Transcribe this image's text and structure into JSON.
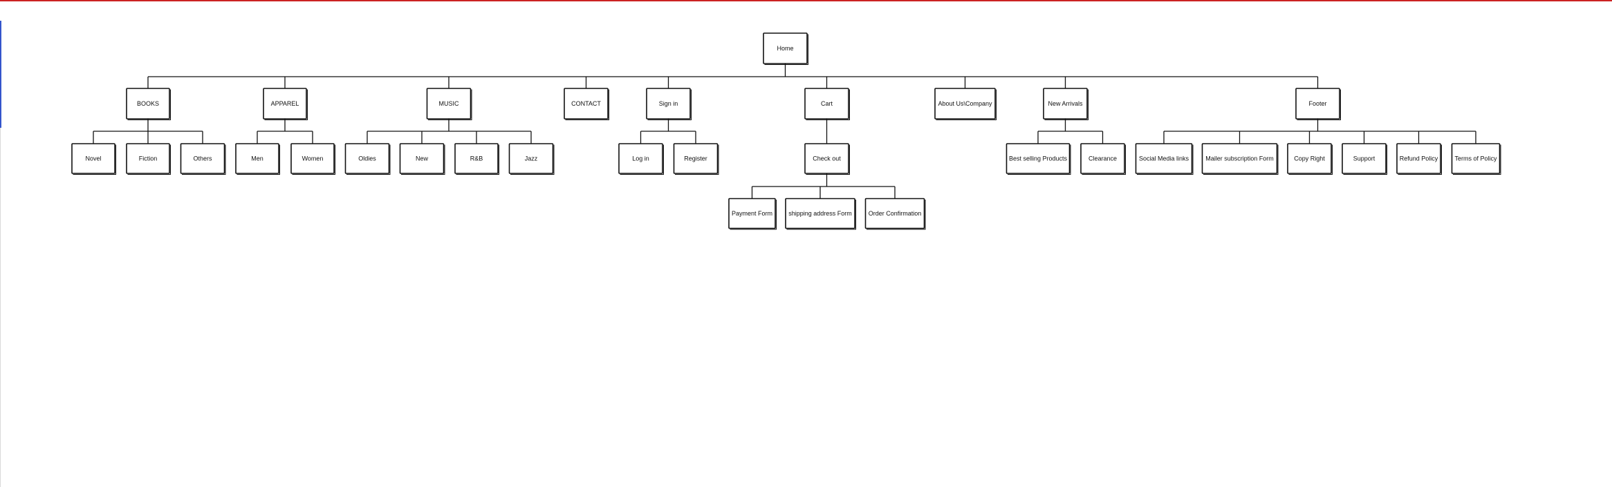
{
  "colors": {
    "top_border": "#cc2222",
    "left_accent": "#3355cc",
    "line": "#111111"
  },
  "sitemap": {
    "root": "Home",
    "sections": [
      {
        "label": "BOOKS",
        "children": [
          {
            "label": "Novel"
          },
          {
            "label": "Fiction"
          },
          {
            "label": "Others"
          }
        ]
      },
      {
        "label": "APPAREL",
        "children": [
          {
            "label": "Men"
          },
          {
            "label": "Women"
          }
        ]
      },
      {
        "label": "MUSIC",
        "children": [
          {
            "label": "Oldies"
          },
          {
            "label": "New"
          },
          {
            "label": "R&B"
          },
          {
            "label": "Jazz"
          }
        ]
      },
      {
        "label": "CONTACT",
        "children": []
      },
      {
        "label": "Sign in",
        "children": [
          {
            "label": "Log in"
          },
          {
            "label": "Register"
          }
        ]
      },
      {
        "label": "Cart",
        "children": [
          {
            "label": "Check out",
            "children": [
              {
                "label": "Payment Form"
              },
              {
                "label": "shipping address Form"
              },
              {
                "label": "Order Confirmation"
              }
            ]
          }
        ]
      },
      {
        "label": "About Us\\Company",
        "children": []
      },
      {
        "label": "New Arrivals",
        "children": [
          {
            "label": "Best selling Products"
          },
          {
            "label": "Clearance"
          }
        ]
      },
      {
        "label": "Footer",
        "children": [
          {
            "label": "Social Media links"
          },
          {
            "label": "Mailer subscription Form"
          },
          {
            "label": "Copy Right"
          },
          {
            "label": "Support"
          },
          {
            "label": "Refund Policy"
          },
          {
            "label": "Terms of Policy"
          }
        ]
      }
    ]
  }
}
